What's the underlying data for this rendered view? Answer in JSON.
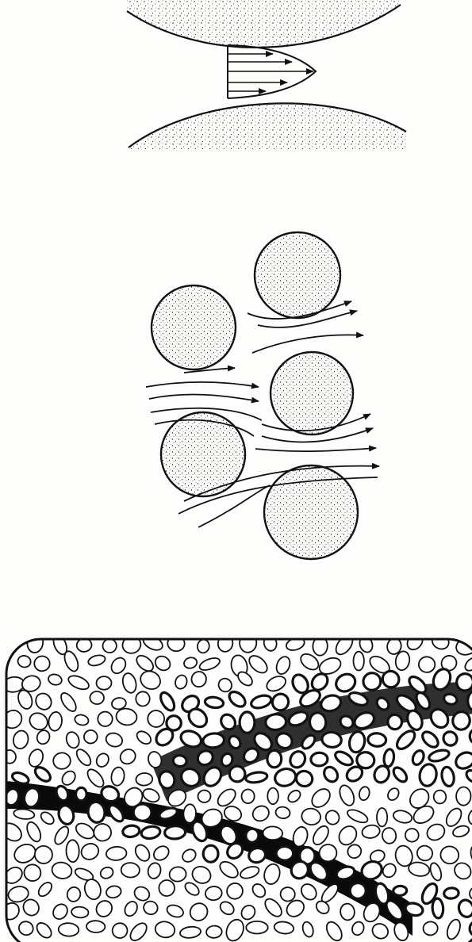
{
  "figure": {
    "panels": [
      {
        "id": "pore-throat",
        "depicts": "two-grains-with-parabolic-flow-profile"
      },
      {
        "id": "grain-flow",
        "depicts": "flow-streamlines-around-five-grains"
      },
      {
        "id": "pore-network",
        "depicts": "grain-packing-with-dark-fracture-zone"
      }
    ],
    "colors": {
      "ink": "#111111",
      "paper": "#fdfdfb",
      "dense_fill": "#0a0a0a"
    }
  }
}
